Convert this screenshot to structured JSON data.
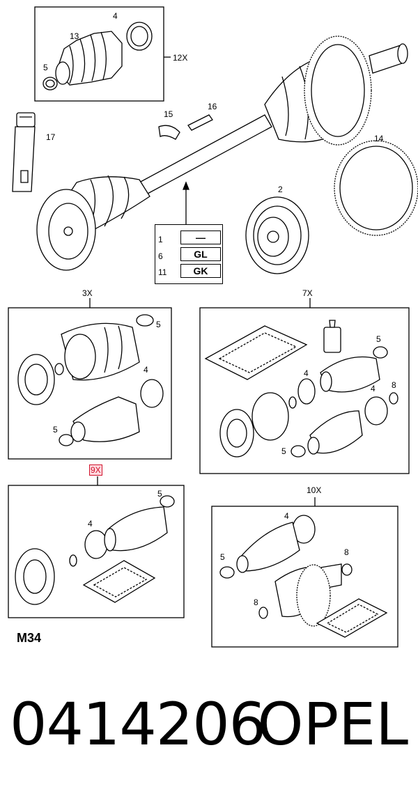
{
  "parts": {
    "p1": "1",
    "p2": "2",
    "p4": "4",
    "p5": "5",
    "p6": "6",
    "p8": "8",
    "p11": "11",
    "p12x": "12X",
    "p13": "13",
    "p14": "14",
    "p15": "15",
    "p16": "16",
    "p17": "17"
  },
  "kits": {
    "k3": "3X",
    "k7": "7X",
    "k9": "9X",
    "k10": "10X"
  },
  "code_table": {
    "row1": "—",
    "row2": "GL",
    "row3": "GK"
  },
  "figure_code": "M34",
  "footer": {
    "part_number": "0414206",
    "brand": "OPEL"
  },
  "colors": {
    "highlight_fill": "#ffd9df",
    "highlight_border": "#d0102a"
  }
}
